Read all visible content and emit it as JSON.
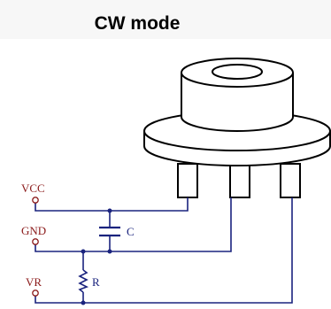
{
  "title": "CW mode",
  "pins": {
    "vcc": "VCC",
    "gnd": "GND",
    "vr": "VR"
  },
  "components": {
    "capacitor": "C",
    "resistor": "R"
  },
  "colors": {
    "wire": "#1a237e",
    "pin_label": "#8b1a1a",
    "outline": "#000000",
    "title_bg": "#f7f7f7"
  }
}
